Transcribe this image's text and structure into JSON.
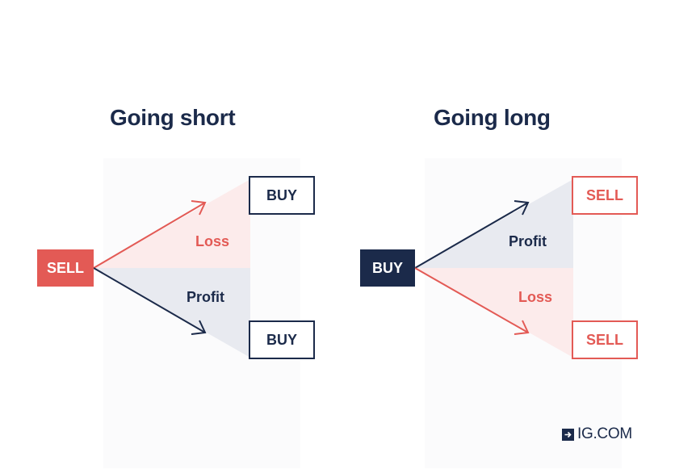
{
  "short": {
    "title": "Going short",
    "start_label": "SELL",
    "top_end_label": "BUY",
    "bottom_end_label": "BUY",
    "top_outcome": "Loss",
    "bottom_outcome": "Profit"
  },
  "long": {
    "title": "Going long",
    "start_label": "BUY",
    "top_end_label": "SELL",
    "bottom_end_label": "SELL",
    "top_outcome": "Profit",
    "bottom_outcome": "Loss"
  },
  "brand": {
    "name": "IG.COM",
    "icon": "arrow-right-icon"
  },
  "colors": {
    "red": "#e35a55",
    "navy": "#1b2a4a",
    "loss_fill": "#fcebeb",
    "profit_fill": "#e8eaf0"
  }
}
